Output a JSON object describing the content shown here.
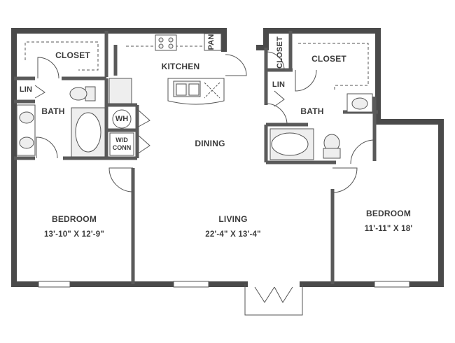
{
  "rooms": {
    "kitchen": "KITCHEN",
    "dining": "DINING",
    "living": "LIVING",
    "living_dims": "22'-4\" X 13'-4\"",
    "bedroom_left": "BEDROOM",
    "bedroom_left_dims": "13'-10\" X 12'-9\"",
    "bedroom_right": "BEDROOM",
    "bedroom_right_dims": "11'-11\" X 18'",
    "bath_left": "BATH",
    "bath_right": "BATH",
    "closet_left": "CLOSET",
    "closet_right": "CLOSET",
    "closet_vertical": "CLOSET",
    "lin_left": "LIN",
    "lin_right": "LIN",
    "pan": "PAN"
  },
  "fixtures": {
    "water_heater": "WH",
    "wd_line1": "W/D",
    "wd_line2": "CONN"
  },
  "colors": {
    "wall": "#4a4a4a",
    "line": "#555555",
    "fixture_fill": "#eeeeee",
    "text": "#3b3b3b"
  }
}
